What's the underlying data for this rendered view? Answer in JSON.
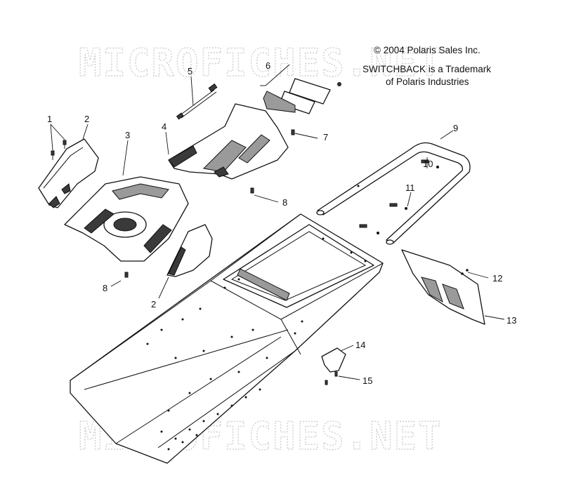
{
  "watermark": {
    "top_text": "MICROFICHES.NET",
    "bottom_text": "MICROFICHES.NET"
  },
  "copyright": {
    "line1": "© 2004 Polaris Sales Inc.",
    "line2": "SWITCHBACK is a Trademark",
    "line3": "of Polaris Industries"
  },
  "callouts": {
    "c1": "1",
    "c2a": "2",
    "c2b": "2",
    "c3": "3",
    "c4": "4",
    "c5": "5",
    "c6": "6",
    "c7": "7",
    "c8a": "8",
    "c8b": "8",
    "c9": "9",
    "c10": "10",
    "c11": "11",
    "c12": "12",
    "c13": "13",
    "c14": "14",
    "c15": "15"
  }
}
